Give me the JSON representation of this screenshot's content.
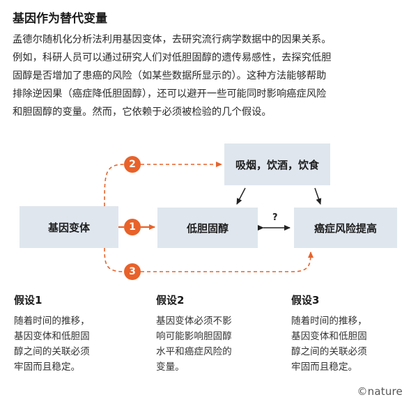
{
  "title": "基因作为替代变量",
  "intro": "孟德尔随机化分析法利用基因变体，去研究流行病学数据中的因果关系。\n例如，科研人员可以通过研究人们对低胆固醇的遗传易感性，去探究低胆\n固醇是否增加了患癌的风险（如某些数据所显示的）。这种方法能够帮助\n排除逆因果（癌症降低胆固醇），还可以避开一些可能同时影响癌症风险\n和胆固醇的变量。然而，它依赖于必须被检验的几个假设。",
  "diagram": {
    "nodes": {
      "gene": "基因变体",
      "cholesterol": "低胆固醇",
      "cancer_risk": "癌症风险提高",
      "lifestyle": "吸烟，饮酒，饮食"
    },
    "badges": [
      "1",
      "2",
      "3"
    ],
    "question_mark": "?",
    "colors": {
      "accent": "#e8622a",
      "box": "#dfe6ee",
      "arrow": "#222222"
    }
  },
  "assumptions": [
    {
      "title": "假设1",
      "text": "随着时间的推移，\n基因变体和低胆固\n醇之间的关联必须\n牢固而且稳定。"
    },
    {
      "title": "假设2",
      "text": "基因变体必须不影\n响可能影响胆固醇\n水平和癌症风险的\n变量。"
    },
    {
      "title": "假设3",
      "text": "随着时间的推移，\n基因变体和低胆固\n醇之间的关联必须\n牢固而且稳定。"
    }
  ],
  "credit": "©nature"
}
